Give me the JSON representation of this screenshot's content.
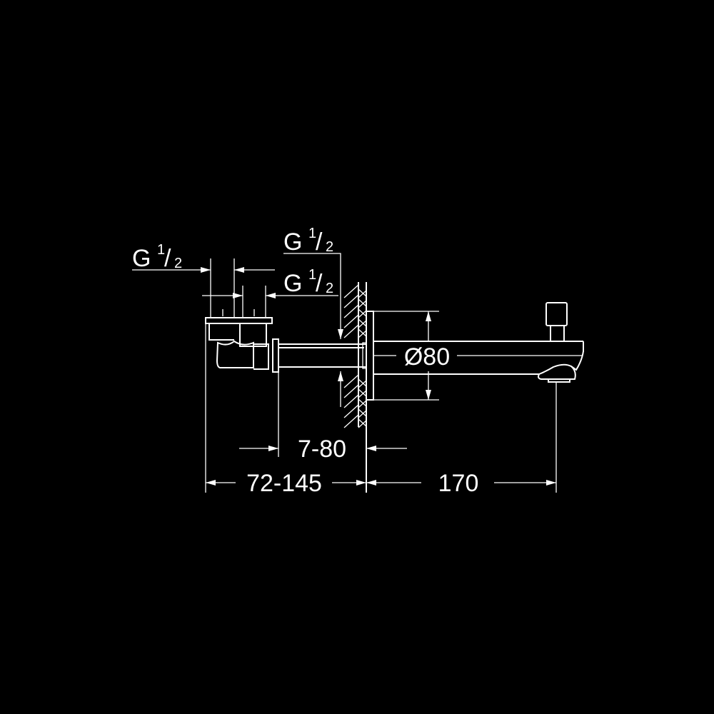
{
  "drawing": {
    "thread_label_top": {
      "main": "G",
      "num": "1",
      "slash": "/",
      "den": "2"
    },
    "thread_label_left": {
      "main": "G",
      "num": "1",
      "slash": "/",
      "den": "2"
    },
    "thread_label_mid": {
      "main": "G",
      "num": "1",
      "slash": "/",
      "den": "2"
    },
    "dim_diameter": "Ø80",
    "dim_wall_depth": "7-80",
    "dim_body": "72-145",
    "dim_projection": "170"
  },
  "colors": {
    "background": "#000000",
    "lines": "#ffffff"
  }
}
